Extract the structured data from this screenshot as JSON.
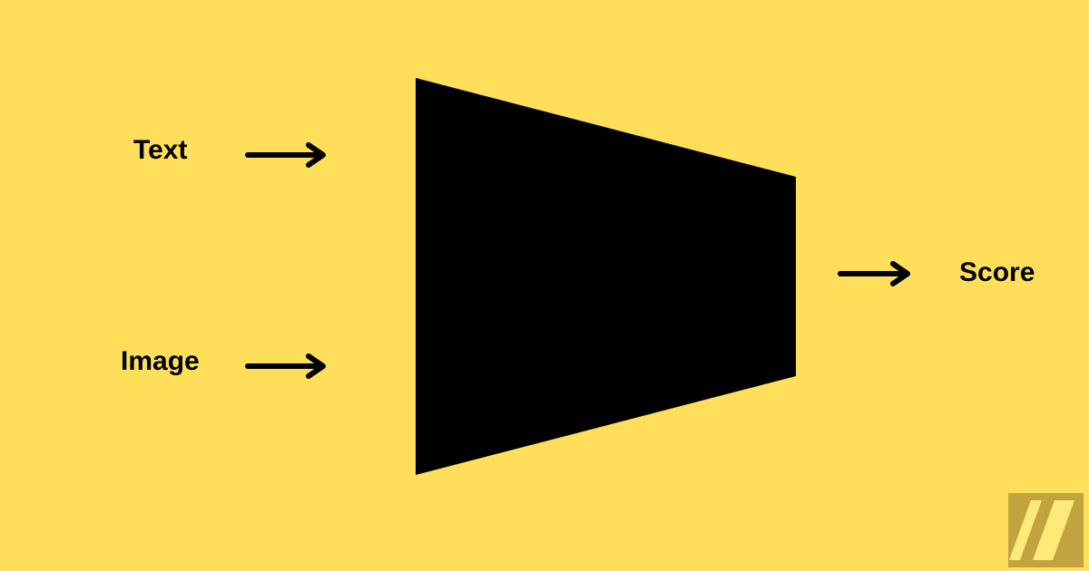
{
  "colors": {
    "background": "#FFDE59",
    "model_shape": "#000000",
    "arrows": "#000000",
    "text": "#000000",
    "logo_background": "#C2A43F",
    "logo_stripes": "#FFE97A"
  },
  "inputs": [
    {
      "label": "Text"
    },
    {
      "label": "Image"
    }
  ],
  "output": {
    "label": "Score"
  },
  "icons": {
    "arrow": "arrow-right-icon",
    "logo": "double-slash-logo-icon"
  }
}
